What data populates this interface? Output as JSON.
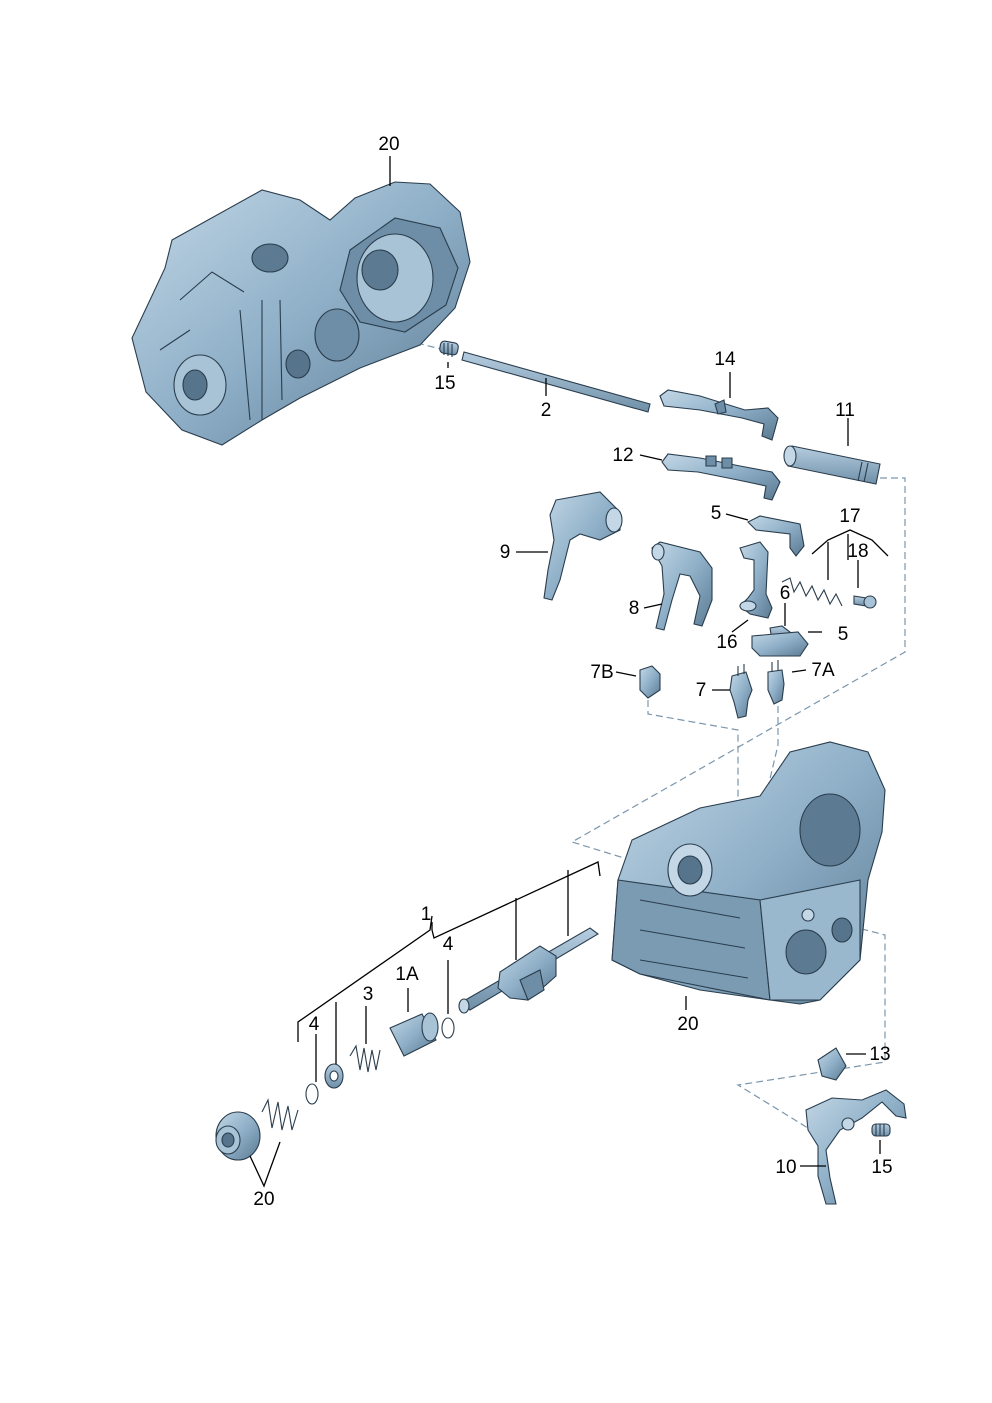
{
  "colors": {
    "part_fill": "#8fb0c8",
    "part_light": "#c3d7e6",
    "part_dark": "#5a7a92",
    "outline": "#2a3d4d",
    "guide_line": "#7a96ad"
  },
  "callouts": {
    "c_20_top": "20",
    "c_15_top": "15",
    "c_2": "2",
    "c_14": "14",
    "c_11": "11",
    "c_12": "12",
    "c_9": "9",
    "c_5_upper": "5",
    "c_17": "17",
    "c_18": "18",
    "c_8": "8",
    "c_16": "16",
    "c_6": "6",
    "c_5_lower": "5",
    "c_7b": "7B",
    "c_7": "7",
    "c_7a": "7A",
    "c_1": "1",
    "c_4_upper": "4",
    "c_1a": "1A",
    "c_3": "3",
    "c_4_lower": "4",
    "c_20_mid": "20",
    "c_13": "13",
    "c_10": "10",
    "c_15_bottom": "15",
    "c_20_bottom": "20"
  }
}
